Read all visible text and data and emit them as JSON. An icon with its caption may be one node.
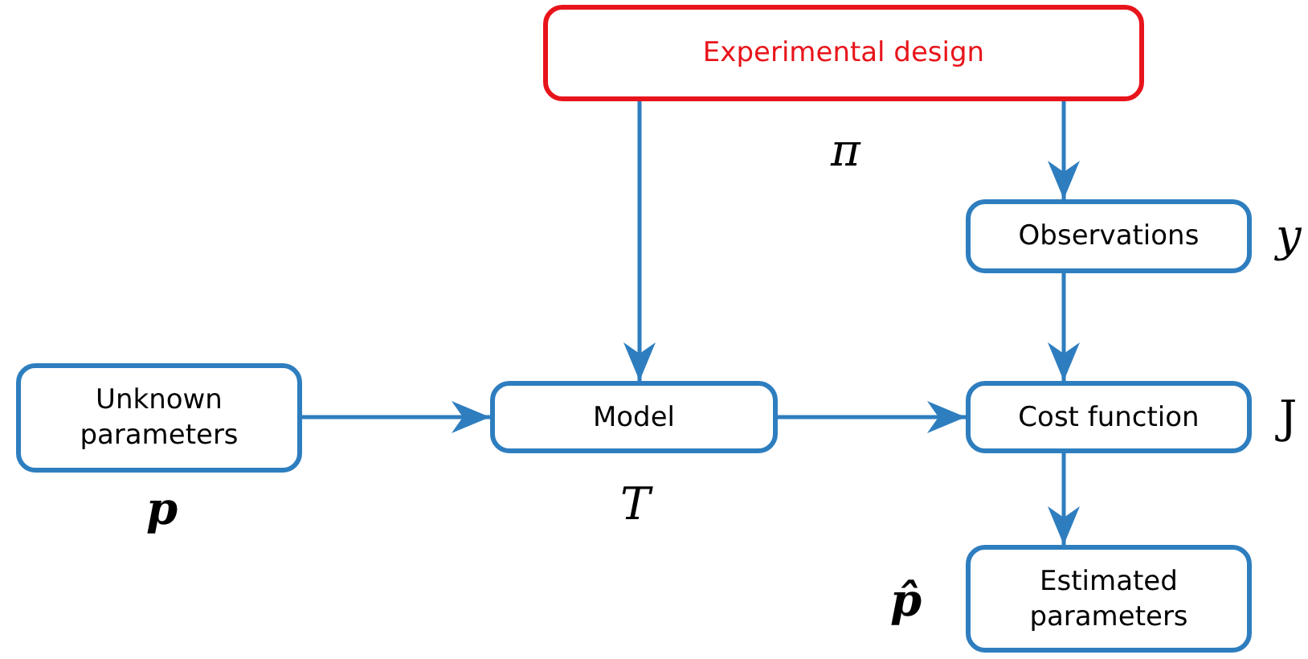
{
  "diagram": {
    "nodes": [
      {
        "text": [
          "Experimental design"
        ],
        "beside": [
          "π"
        ]
      },
      {
        "text": [
          "Observations"
        ],
        "beside": [
          "y"
        ]
      },
      {
        "text": [
          "Unknown parameters"
        ],
        "beside": [
          "p"
        ]
      },
      {
        "text": [
          "Model"
        ],
        "beside": [
          "T"
        ]
      },
      {
        "text": [
          "Cost function"
        ],
        "beside": [
          "J"
        ]
      },
      {
        "text": [
          "Estimated parameters"
        ],
        "beside": [
          "p̂"
        ]
      }
    ],
    "edges": [
      {
        "from": 0,
        "to": 3,
        "arrow": "to"
      },
      {
        "from": 0,
        "to": 1,
        "arrow": "to"
      },
      {
        "from": 2,
        "to": 3,
        "arrow": "to"
      },
      {
        "from": 3,
        "to": 4,
        "arrow": "to"
      },
      {
        "from": 1,
        "to": 4,
        "arrow": "to"
      },
      {
        "from": 4,
        "to": 5,
        "arrow": "to"
      }
    ]
  }
}
